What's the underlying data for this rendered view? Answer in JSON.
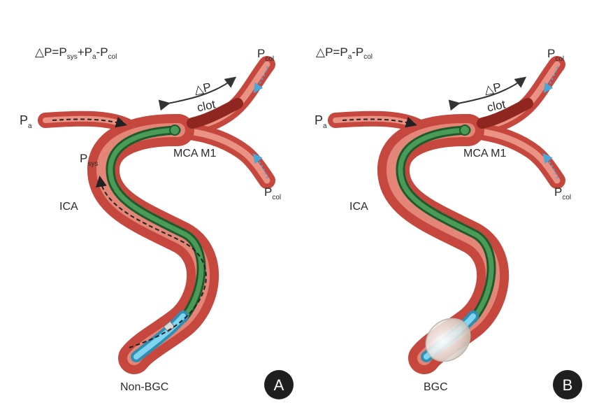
{
  "panel_a": {
    "formula": {
      "lhs": "△P=P",
      "s1": "sys",
      "plus": "+P",
      "s2": "a",
      "minus": "-P",
      "s3": "col"
    },
    "pa": {
      "base": "P",
      "sub": "a"
    },
    "psys": {
      "base": "P",
      "sub": "sys"
    },
    "pcol_top": {
      "base": "P",
      "sub": "col"
    },
    "pcol_bottom": {
      "base": "P",
      "sub": "col"
    },
    "delta_p": "△P",
    "clot": "clot",
    "mca": "MCA M1",
    "ica": "ICA",
    "device": "Non-BGC",
    "badge": "A"
  },
  "panel_b": {
    "formula": {
      "lhs": "△P=P",
      "s1": "a",
      "minus": "-P",
      "s2": "col"
    },
    "pa": {
      "base": "P",
      "sub": "a"
    },
    "pcol_top": {
      "base": "P",
      "sub": "col"
    },
    "pcol_bottom": {
      "base": "P",
      "sub": "col"
    },
    "delta_p": "△P",
    "clot": "clot",
    "mca": "MCA M1",
    "ica": "ICA",
    "device": "BGC",
    "badge": "B"
  },
  "colors": {
    "vessel": "#d9534a",
    "vessel_light": "#f3a99c",
    "catheter": "#3e8f4f",
    "sheath": "#5fc3e4",
    "clot": "#9e2b24",
    "badge": "#1f1f1f"
  }
}
